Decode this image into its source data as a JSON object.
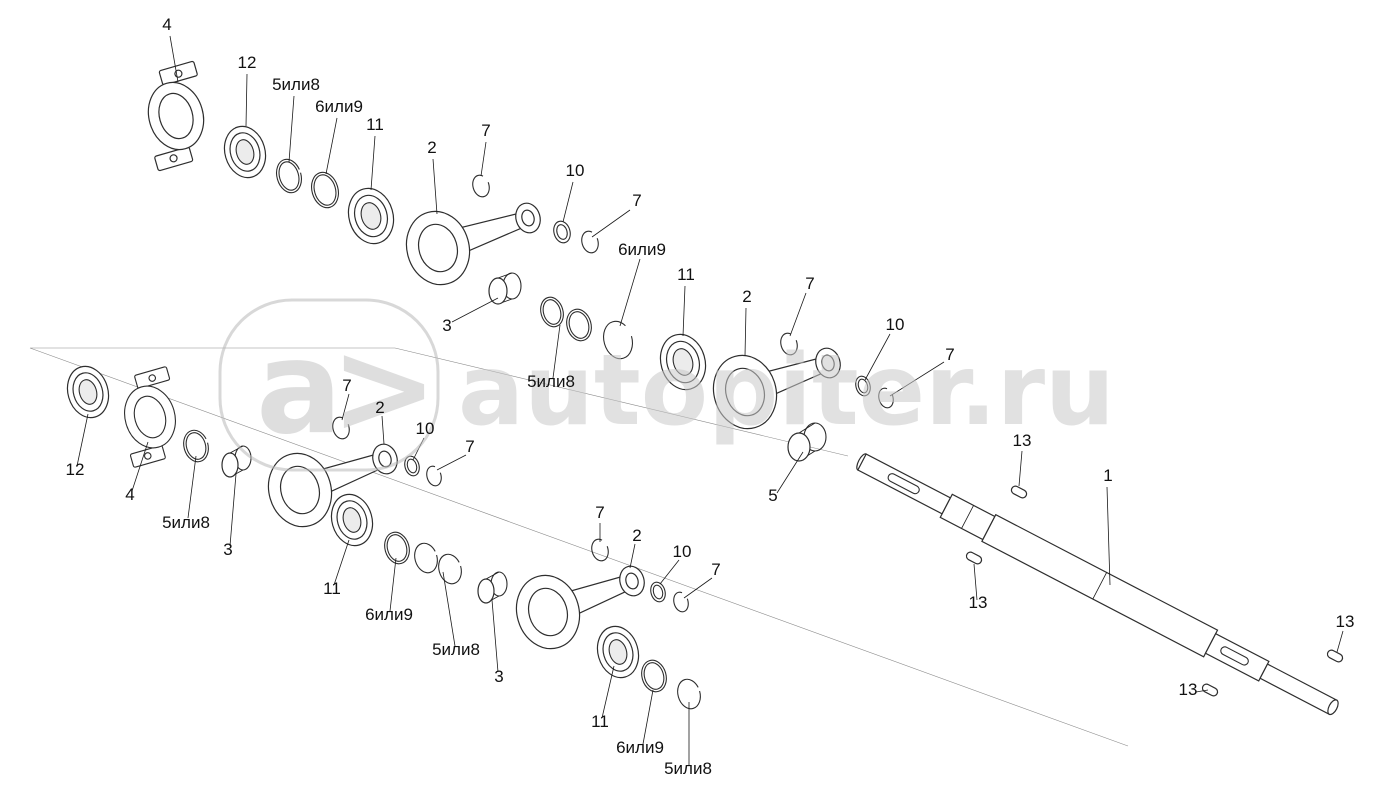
{
  "watermark": {
    "logo": "a>",
    "brand": "autopiter.ru"
  },
  "diagram": {
    "labels": [
      {
        "text": "4"
      },
      {
        "text": "12"
      },
      {
        "text": "5или8"
      },
      {
        "text": "6или9"
      },
      {
        "text": "11"
      },
      {
        "text": "2"
      },
      {
        "text": "7"
      },
      {
        "text": "10"
      },
      {
        "text": "7"
      },
      {
        "text": "6или9"
      },
      {
        "text": "11"
      },
      {
        "text": "2"
      },
      {
        "text": "7"
      },
      {
        "text": "10"
      },
      {
        "text": "7"
      },
      {
        "text": "3"
      },
      {
        "text": "5или8"
      },
      {
        "text": "7"
      },
      {
        "text": "2"
      },
      {
        "text": "10"
      },
      {
        "text": "7"
      },
      {
        "text": "12"
      },
      {
        "text": "4"
      },
      {
        "text": "5или8"
      },
      {
        "text": "3"
      },
      {
        "text": "11"
      },
      {
        "text": "6или9"
      },
      {
        "text": "5или8"
      },
      {
        "text": "3"
      },
      {
        "text": "7"
      },
      {
        "text": "2"
      },
      {
        "text": "10"
      },
      {
        "text": "7"
      },
      {
        "text": "5"
      },
      {
        "text": "13"
      },
      {
        "text": "1"
      },
      {
        "text": "13"
      },
      {
        "text": "11"
      },
      {
        "text": "6или9"
      },
      {
        "text": "5или8"
      },
      {
        "text": "13"
      },
      {
        "text": "13"
      }
    ]
  }
}
